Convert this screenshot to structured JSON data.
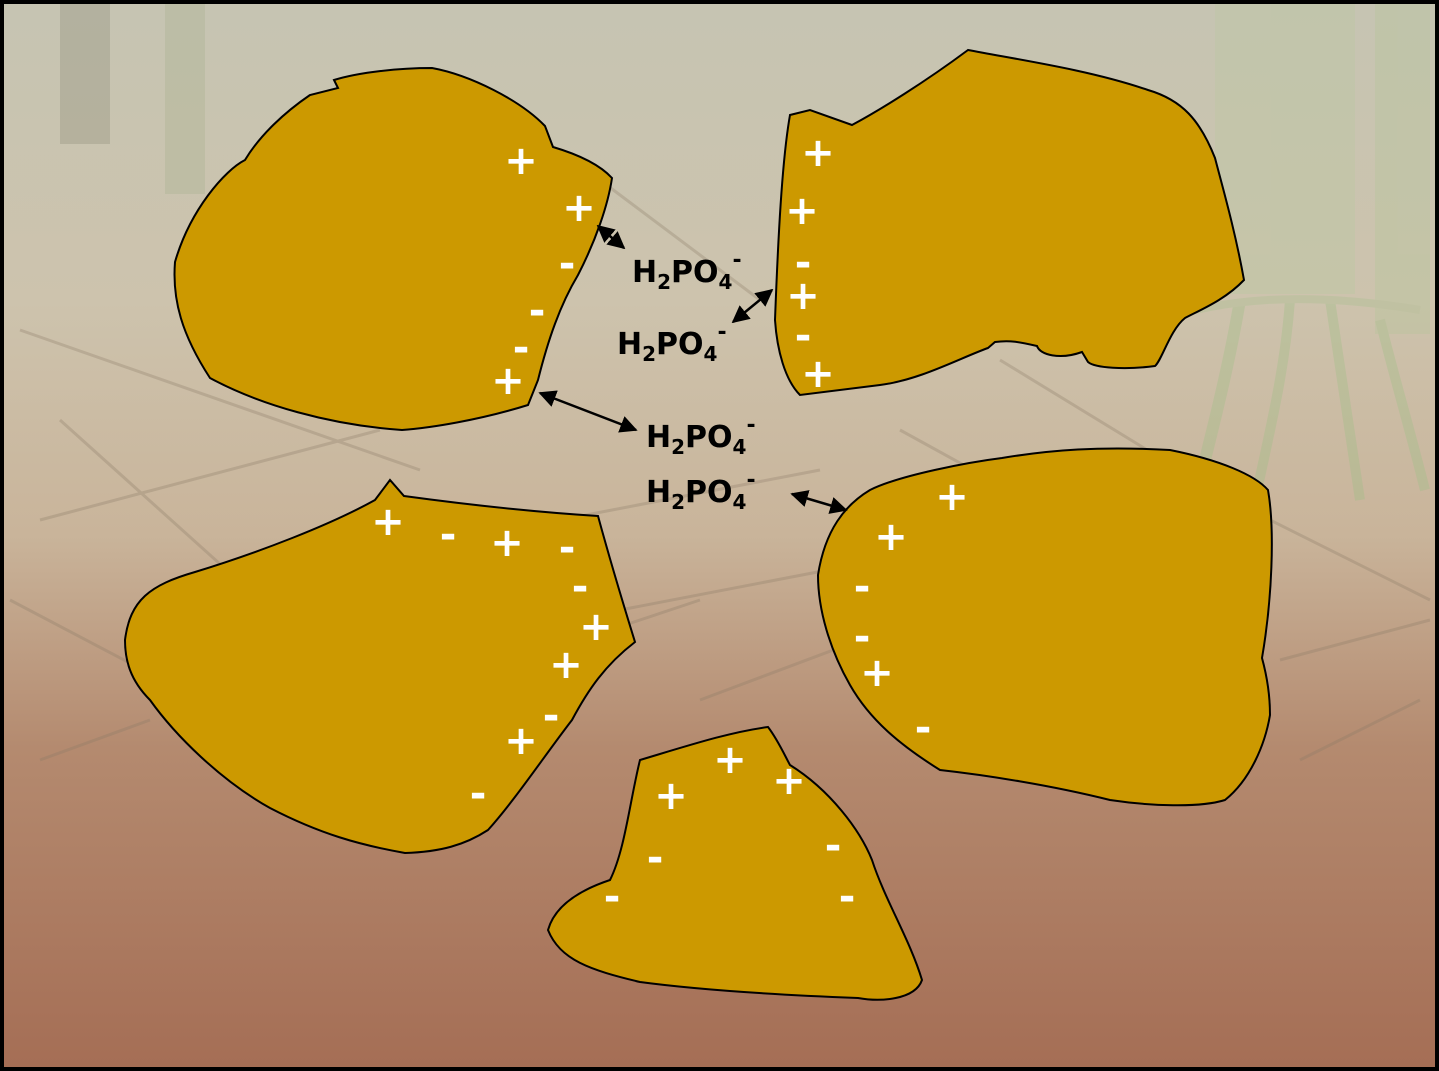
{
  "background": {
    "description_icon": "soil-field-background",
    "colors": {
      "sky": "#c9c6b4",
      "straw": "#cdbfa6",
      "soil": "#a06d55",
      "border": "#000000"
    }
  },
  "particle_color": "#cc9900",
  "ion": {
    "base": "H",
    "sub1": "2",
    "mid": "PO",
    "sub2": "4",
    "charge": "-"
  },
  "ion_labels": [
    "H2PO4-",
    "H2PO4-",
    "H2PO4-",
    "H2PO4-"
  ],
  "charges": {
    "particle_top_left": [
      "+",
      "+",
      "-",
      "-",
      "-",
      "+"
    ],
    "particle_top_right": [
      "+",
      "+",
      "-",
      "+",
      "-",
      "+"
    ],
    "particle_bottom_left": [
      "+",
      "-",
      "+",
      "-",
      "-",
      "+",
      "+",
      "-",
      "+",
      "-"
    ],
    "particle_middle_right": [
      "+",
      "+",
      "-",
      "-",
      "+",
      "-"
    ],
    "particle_bottom_center": [
      "+",
      "+",
      "+",
      "-",
      "-",
      "-",
      "-"
    ]
  }
}
